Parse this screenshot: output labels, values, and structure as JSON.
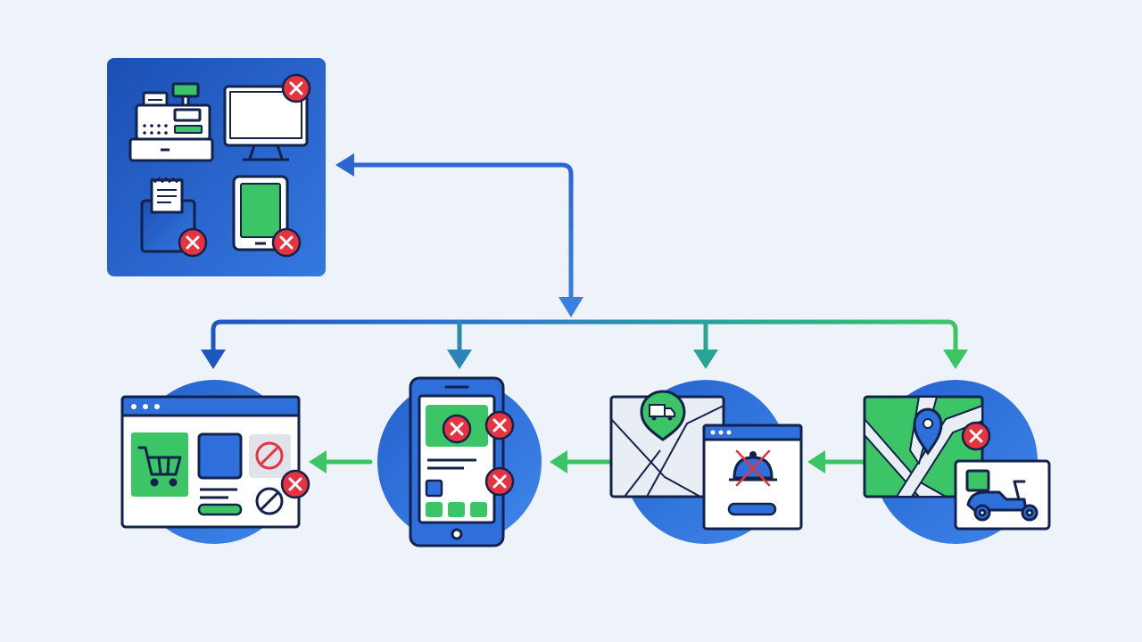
{
  "diagram": {
    "colors": {
      "background": "#eef3fa",
      "blue": "#2f6fdc",
      "blue_dark": "#1a4fb4",
      "navy": "#12224a",
      "green": "#3cc566",
      "green_dark": "#2a9a4c",
      "teal": "#2aa496",
      "red": "#e5333f",
      "panel": "#ffffff",
      "map_light": "#e9eef4",
      "map_road": "#c9d1dc"
    },
    "hub": {
      "name": "in-store-pos-hub",
      "icons": [
        "cash-register-icon",
        "monitor-icon",
        "receipt-printer-icon",
        "tablet-icon"
      ],
      "errors_on": [
        "monitor-icon",
        "receipt-printer-icon",
        "tablet-icon"
      ]
    },
    "channels": [
      {
        "name": "online-store",
        "icon": "shopping-cart-icon",
        "has_error": true
      },
      {
        "name": "mobile-app",
        "icon": "smartphone-icon",
        "has_error": true
      },
      {
        "name": "delivery-platform",
        "icon": "delivery-truck-icon",
        "has_error": true
      },
      {
        "name": "courier-service",
        "icon": "scooter-icon",
        "has_error": true
      }
    ],
    "flows": {
      "hub_to_channels": "bidirectional",
      "between_channels": "right-to-left"
    }
  }
}
